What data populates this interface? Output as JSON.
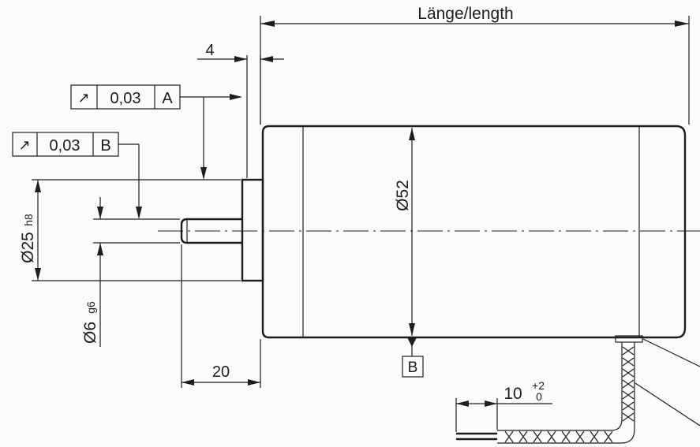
{
  "labels": {
    "length": "Länge/length",
    "dim_4": "4",
    "dim_20": "20",
    "dia_52": "Ø52",
    "dia_25": "Ø25",
    "dia_25_tol": "h8",
    "dia_6": "Ø6",
    "dia_6_tol": "g6",
    "cable_len": "10",
    "cable_tol_upper": "+2",
    "cable_tol_lower": "0"
  },
  "tolerance_frames": [
    {
      "symbol": "↗",
      "value": "0,03",
      "datum": "A"
    },
    {
      "symbol": "↗",
      "value": "0,03",
      "datum": "B"
    }
  ],
  "datum_b": "B"
}
